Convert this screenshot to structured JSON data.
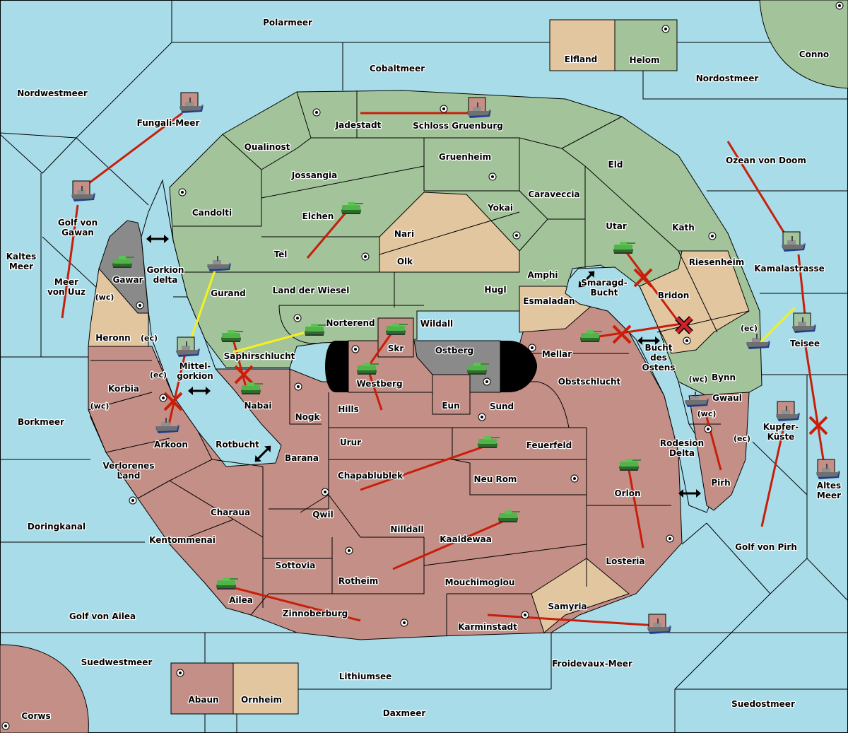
{
  "colors": {
    "sea": "#a8dce9",
    "green_power": "#a3c49a",
    "red_power": "#c48f86",
    "tan_neutral": "#e2c6a0",
    "impassable": "#8a8a8a",
    "order_red": "#c81e0a",
    "order_yellow": "#f5f01e",
    "border": "#000000"
  },
  "seas": [
    {
      "name": "Polarmeer"
    },
    {
      "name": "Cobaltmeer"
    },
    {
      "name": "Nordwestmeer"
    },
    {
      "name": "Fungali-Meer"
    },
    {
      "name": "Nordostmeer"
    },
    {
      "name": "Ozean von Doom"
    },
    {
      "name": "Kamalastrasse"
    },
    {
      "name": "Teisee"
    },
    {
      "name": "Kaltes Meer"
    },
    {
      "name": "Meer von Uuz"
    },
    {
      "name": "Golf von Gawan"
    },
    {
      "name": "Gorkion delta"
    },
    {
      "name": "Mittel-gorkion"
    },
    {
      "name": "Borkmeer"
    },
    {
      "name": "Rotbucht"
    },
    {
      "name": "Doringkanal"
    },
    {
      "name": "Golf von Ailea"
    },
    {
      "name": "Suedwestmeer"
    },
    {
      "name": "Lithiumsee"
    },
    {
      "name": "Daxmeer"
    },
    {
      "name": "Froidevaux-Meer"
    },
    {
      "name": "Suedostmeer"
    },
    {
      "name": "Golf von Pirh"
    },
    {
      "name": "Altes Meer"
    },
    {
      "name": "Kupfer-Küste"
    },
    {
      "name": "Rodesion Delta"
    },
    {
      "name": "Bucht des Ostens"
    },
    {
      "name": "Smaragd-Bucht"
    }
  ],
  "provinces": {
    "green": [
      "Schloss Gruenburg",
      "Qualinost",
      "Jossangia",
      "Gruenheim",
      "Eld",
      "Caraveccia",
      "Yokai",
      "Candolti",
      "Elchen",
      "Tel",
      "Utar",
      "Kath",
      "Amphi",
      "Hugl",
      "Land der Wiesel",
      "Gurand",
      "Norterend",
      "Wildall",
      "Saphirschlucht",
      "Bynn",
      "Helom",
      "Conno"
    ],
    "red": [
      "Jadestadt",
      "Skr",
      "Westberg",
      "Mellar",
      "Obstschlucht",
      "Eun",
      "Sund",
      "Hills",
      "Nabai",
      "Nogk",
      "Korbia",
      "Arkoon",
      "Verlorenes Land",
      "Barana",
      "Urur",
      "Chapablublek",
      "Feuerfeld",
      "Neu Rom",
      "Qwil",
      "Nilldall",
      "Charaua",
      "Kentommenai",
      "Sottovia",
      "Rotheim",
      "Kaaldewaa",
      "Mouchimoglou",
      "Orlon",
      "Losteria",
      "Ailea",
      "Zinnoberburg",
      "Karminstadt",
      "Gwaul",
      "Pirh",
      "Abaun",
      "Corws"
    ],
    "tan": [
      "Nari",
      "Olk",
      "Esmaladan",
      "Riesenheim",
      "Bridon",
      "Heronn",
      "Samyria",
      "Elfland",
      "Ornheim"
    ],
    "impassable": [
      "Gawar",
      "Ostberg"
    ]
  },
  "coast_tags": {
    "wc": "(wc)",
    "ec": "(ec)"
  },
  "units": {
    "tanks": [
      "Elchen",
      "Gawar",
      "Saphirschlucht",
      "Norterend",
      "Nabai",
      "Skr",
      "Westberg",
      "Ostberg",
      "Utar",
      "Mellar",
      "Feuerfeld",
      "Kaaldewaa",
      "Orlon",
      "Ailea"
    ],
    "fleets": [
      "Fungali-Meer",
      "Golf von Gawan",
      "Schloss Gruenburg",
      "Gurand",
      "Mittel-gorkion",
      "Arkoon",
      "Kamalastrasse",
      "Teisee",
      "Bynn",
      "Gwaul",
      "Kupfer-Küste",
      "Altes Meer",
      "Froidevaux-Meer"
    ]
  },
  "icons": {
    "supply_center": "supply-center-icon",
    "tank": "tank-icon",
    "fleet": "fleet-icon",
    "canal": "double-arrow-icon",
    "failed": "x-mark-icon",
    "dislodged": "red-x-icon"
  }
}
